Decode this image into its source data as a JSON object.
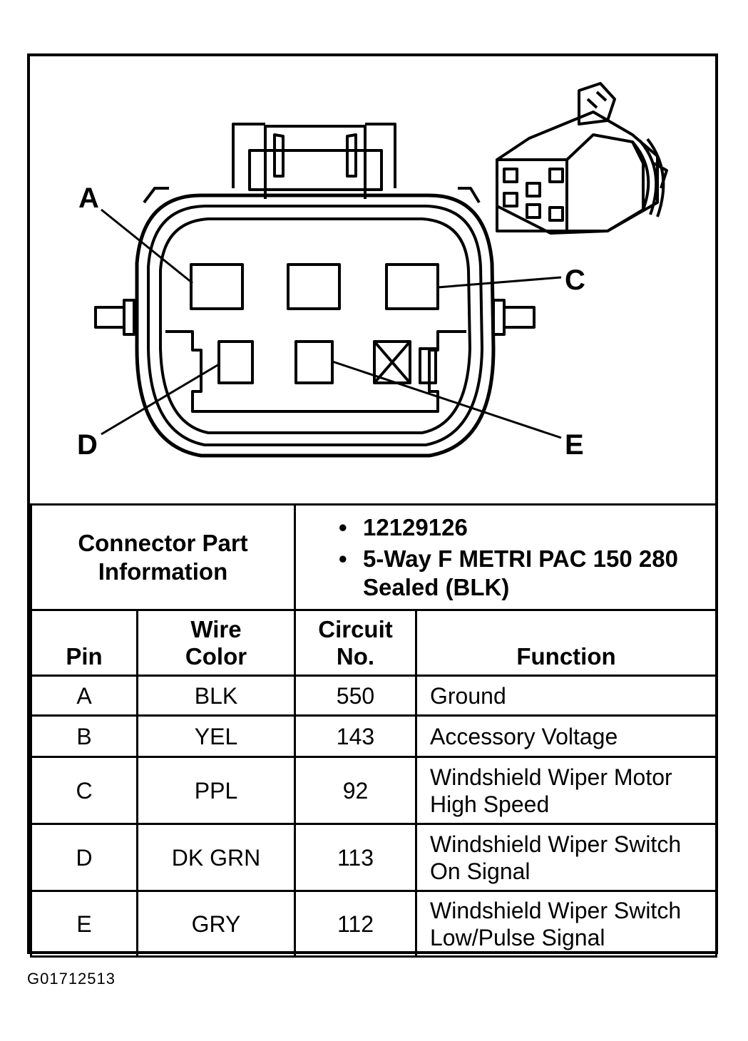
{
  "diagram": {
    "pin_labels": [
      "A",
      "C",
      "D",
      "E"
    ]
  },
  "connector_info": {
    "label_line1": "Connector Part",
    "label_line2": "Information",
    "part_numbers": [
      "12129126",
      "5-Way F METRI PAC 150 280 Sealed (BLK)"
    ]
  },
  "table": {
    "headers": {
      "pin": "Pin",
      "wire_color_line1": "Wire",
      "wire_color_line2": "Color",
      "circuit_line1": "Circuit",
      "circuit_line2": "No.",
      "function": "Function"
    },
    "rows": [
      {
        "pin": "A",
        "wire_color": "BLK",
        "circuit": "550",
        "function": "Ground"
      },
      {
        "pin": "B",
        "wire_color": "YEL",
        "circuit": "143",
        "function": "Accessory Voltage"
      },
      {
        "pin": "C",
        "wire_color": "PPL",
        "circuit": "92",
        "function": "Windshield Wiper Motor High Speed"
      },
      {
        "pin": "D",
        "wire_color": "DK GRN",
        "circuit": "113",
        "function": "Windshield Wiper Switch On Signal"
      },
      {
        "pin": "E",
        "wire_color": "GRY",
        "circuit": "112",
        "function": "Windshield Wiper Switch Low/Pulse Signal"
      }
    ]
  },
  "figure_id": "G01712513"
}
